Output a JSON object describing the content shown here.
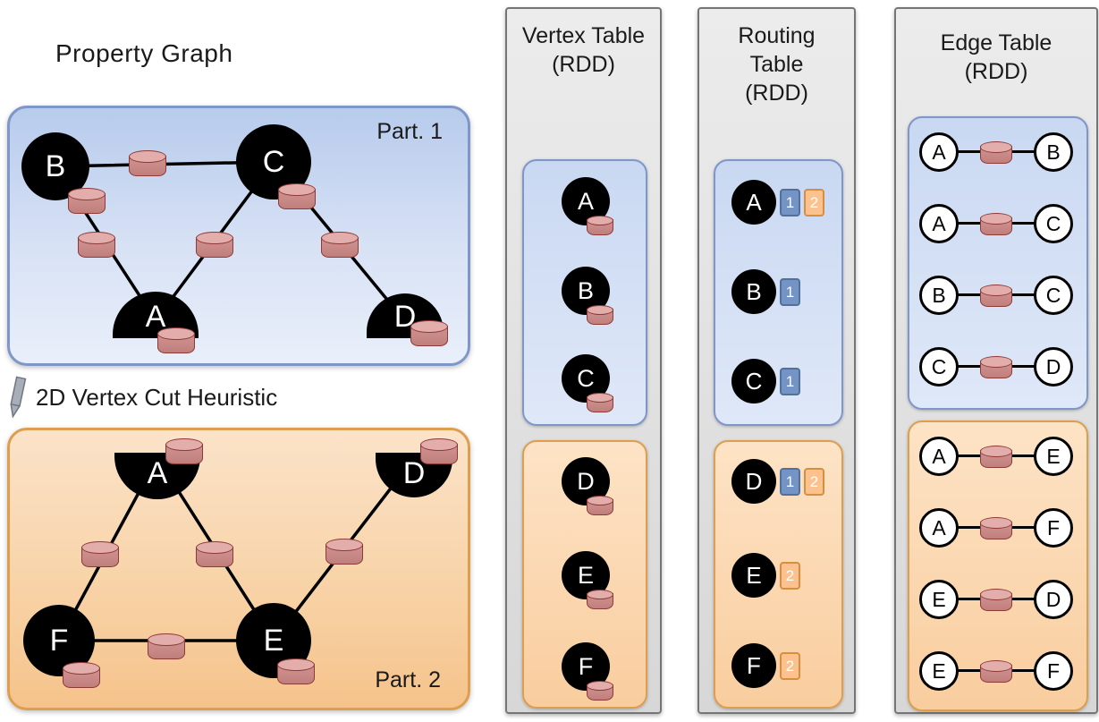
{
  "titles": {
    "property_graph": "Property Graph",
    "heuristic": "2D Vertex Cut Heuristic",
    "part1_label": "Part. 1",
    "part2_label": "Part. 2"
  },
  "graph": {
    "part1_vertices": [
      "B",
      "C",
      "A",
      "D"
    ],
    "part2_vertices": [
      "A",
      "D",
      "F",
      "E"
    ]
  },
  "vertex_table": {
    "title": "Vertex Table",
    "subtitle": "(RDD)",
    "part1_vertices": [
      "A",
      "B",
      "C"
    ],
    "part2_vertices": [
      "D",
      "E",
      "F"
    ]
  },
  "routing_table": {
    "title_lines": [
      "Routing",
      "Table",
      "(RDD)"
    ],
    "part1_rows": [
      {
        "vertex": "A",
        "badges": [
          {
            "label": "1",
            "color": "blue"
          },
          {
            "label": "2",
            "color": "orange"
          }
        ]
      },
      {
        "vertex": "B",
        "badges": [
          {
            "label": "1",
            "color": "blue"
          }
        ]
      },
      {
        "vertex": "C",
        "badges": [
          {
            "label": "1",
            "color": "blue"
          }
        ]
      }
    ],
    "part2_rows": [
      {
        "vertex": "D",
        "badges": [
          {
            "label": "1",
            "color": "blue"
          },
          {
            "label": "2",
            "color": "orange"
          }
        ]
      },
      {
        "vertex": "E",
        "badges": [
          {
            "label": "2",
            "color": "orange"
          }
        ]
      },
      {
        "vertex": "F",
        "badges": [
          {
            "label": "2",
            "color": "orange"
          }
        ]
      }
    ]
  },
  "edge_table": {
    "title": "Edge Table",
    "subtitle": "(RDD)",
    "part1_edges": [
      {
        "src": "A",
        "dst": "B"
      },
      {
        "src": "A",
        "dst": "C"
      },
      {
        "src": "B",
        "dst": "C"
      },
      {
        "src": "C",
        "dst": "D"
      }
    ],
    "part2_edges": [
      {
        "src": "A",
        "dst": "E"
      },
      {
        "src": "A",
        "dst": "F"
      },
      {
        "src": "E",
        "dst": "D"
      },
      {
        "src": "E",
        "dst": "F"
      }
    ]
  },
  "colors": {
    "partition1_fill": "#c3d3ef",
    "partition1_border": "#7e96c8",
    "partition2_fill": "#f9d4a6",
    "partition2_border": "#dd9e4f",
    "cylinder_fill": "#d09391",
    "cylinder_top": "#e2adab",
    "cylinder_border": "#8e3a37",
    "badge_blue": "#7494c5",
    "badge_blue_border": "#50709f",
    "badge_orange": "#fbc28f",
    "badge_orange_border": "#d98e3f",
    "panel_bg": "#e0e0e0",
    "panel_border": "#757575",
    "vertex_fill": "#000000",
    "edge_color": "#000000"
  }
}
